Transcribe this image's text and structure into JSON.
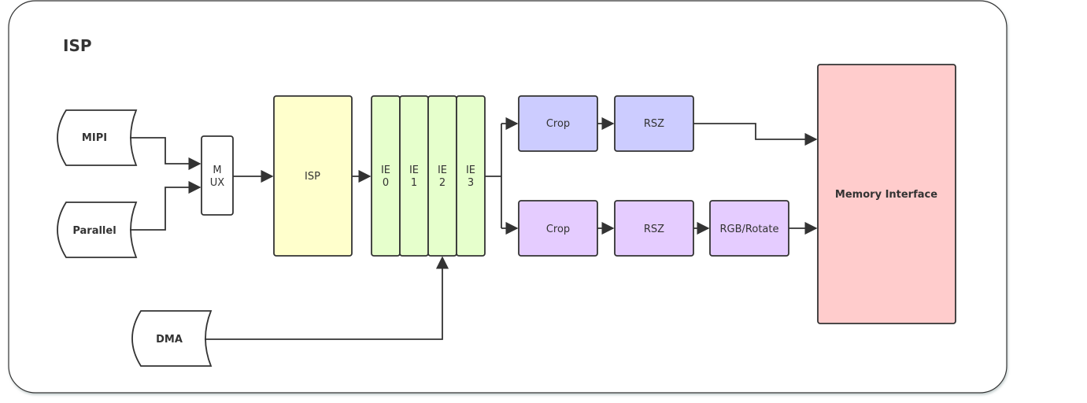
{
  "title": "ISP",
  "inputs": {
    "mipi": "MIPI",
    "parallel": "Parallel",
    "dma": "DMA"
  },
  "mux": {
    "line1": "M",
    "line2": "UX"
  },
  "isp_block": "ISP",
  "ie_blocks": [
    {
      "line1": "IE",
      "line2": "0"
    },
    {
      "line1": "IE",
      "line2": "1"
    },
    {
      "line1": "IE",
      "line2": "2"
    },
    {
      "line1": "IE",
      "line2": "3"
    }
  ],
  "path_top": {
    "crop": "Crop",
    "rsz": "RSZ"
  },
  "path_bottom": {
    "crop": "Crop",
    "rsz": "RSZ",
    "rgb": "RGB/Rotate"
  },
  "memory": "Memory Interface",
  "colors": {
    "isp": "#ffffcc",
    "ie": "#e6ffcc",
    "top_path": "#ccccff",
    "bottom_path": "#e5ccff",
    "memory": "#ffcccc"
  }
}
